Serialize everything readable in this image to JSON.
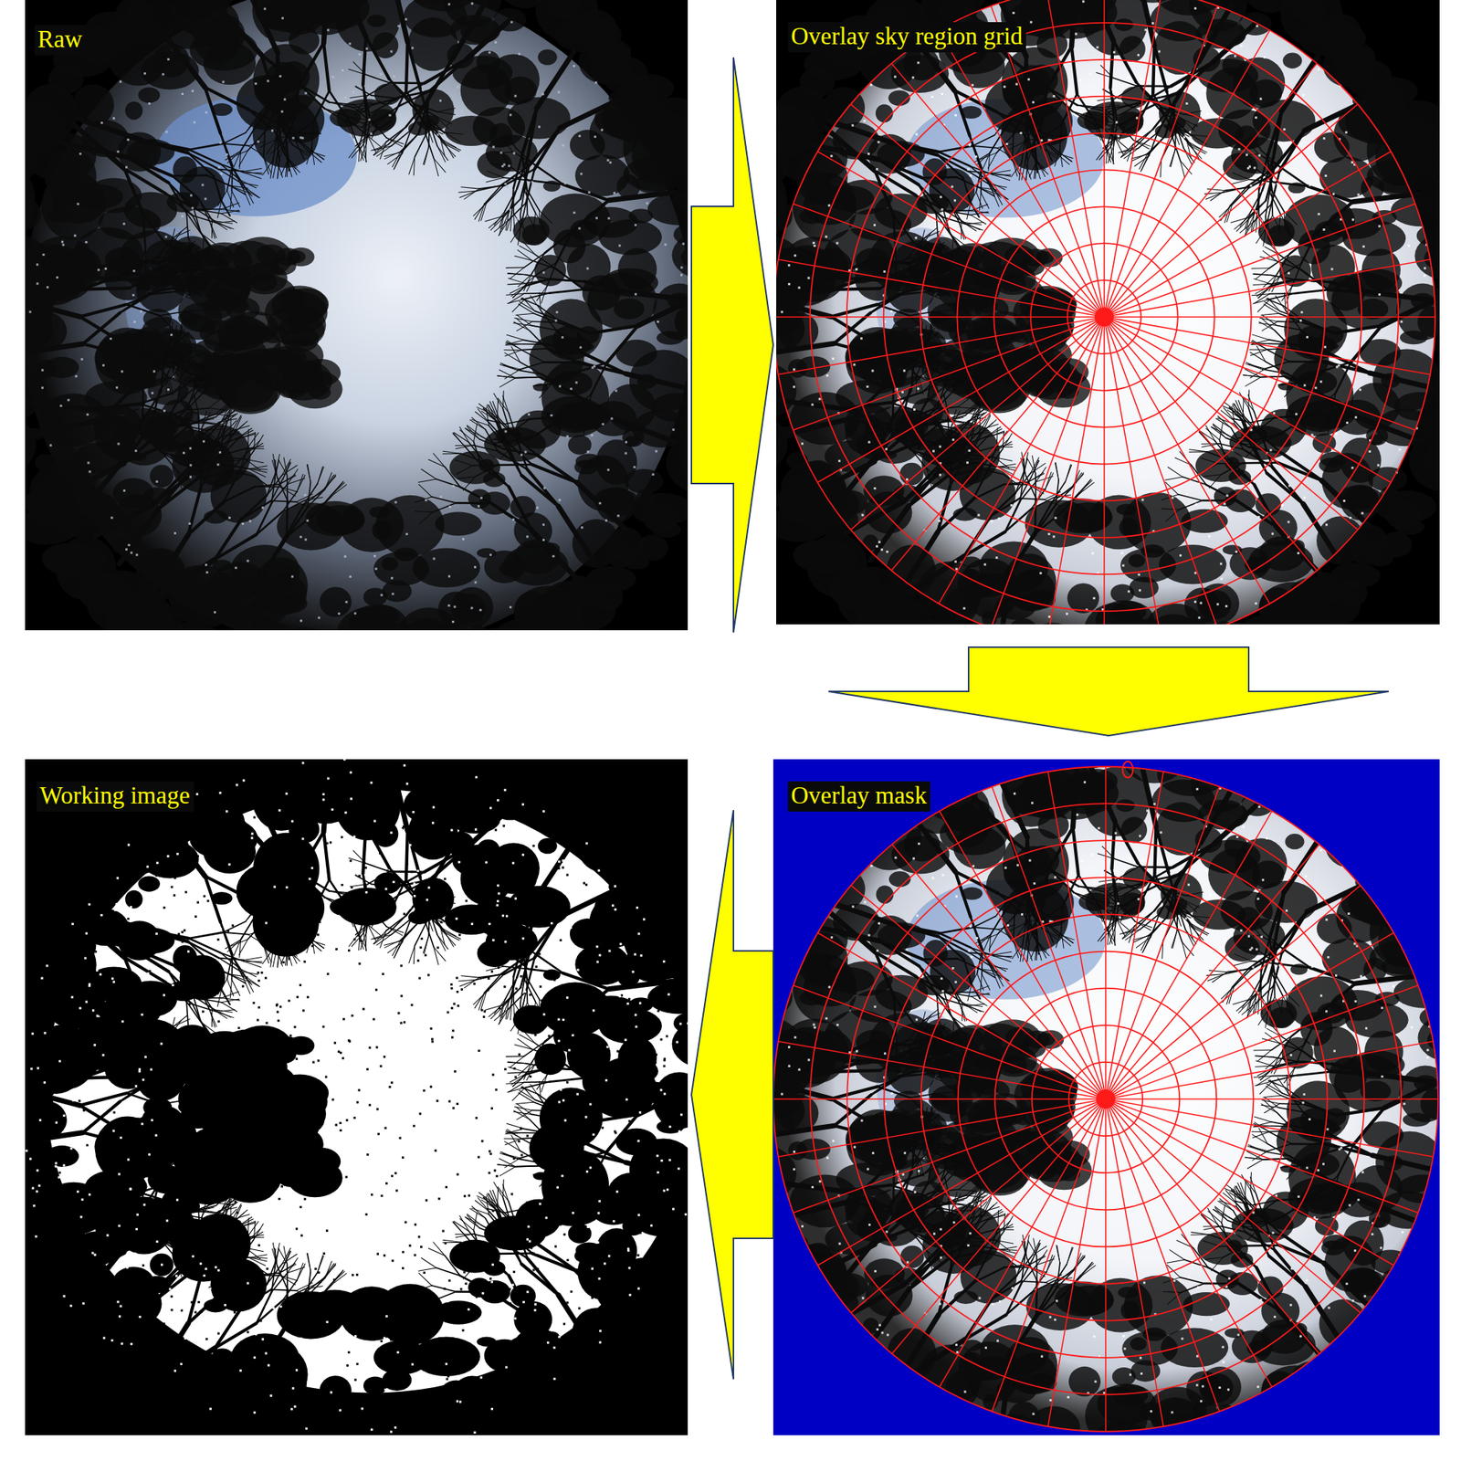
{
  "diagram": {
    "nodes": [
      {
        "text": [
          "Raw"
        ]
      },
      {
        "text": [
          "Overlay sky region grid"
        ]
      },
      {
        "text": [
          "Overlay mask"
        ]
      },
      {
        "text": [
          "Working image"
        ]
      }
    ],
    "edges": [
      {
        "from": 0,
        "to": 1,
        "arrow": "to"
      },
      {
        "from": 1,
        "to": 2,
        "arrow": "to"
      },
      {
        "from": 2,
        "to": 3,
        "arrow": "to"
      }
    ]
  }
}
